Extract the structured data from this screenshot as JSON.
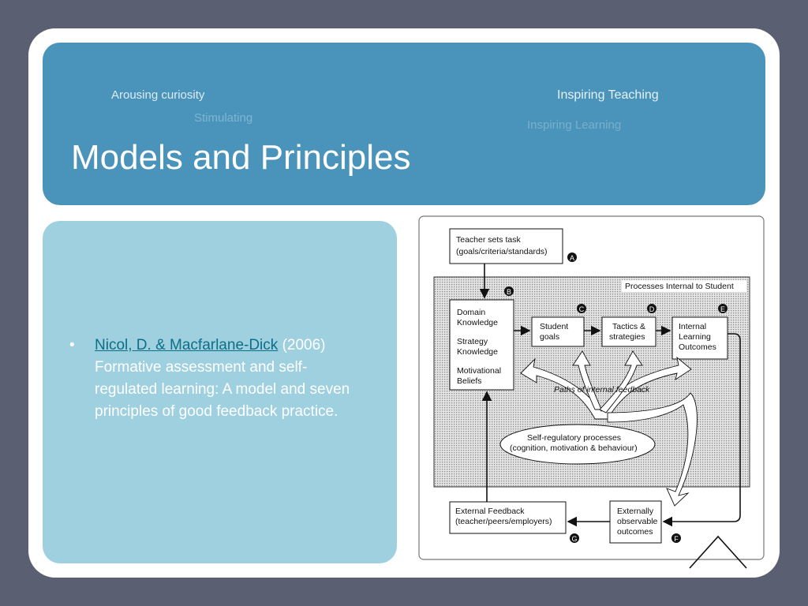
{
  "header": {
    "tags": [
      "Arousing curiosity",
      "Stimulating",
      "Inspiring Teaching",
      "Inspiring Learning"
    ],
    "title": "Models and Principles"
  },
  "content": {
    "bullet_link": "Nicol, D. & Macfarlane-Dick",
    "bullet_text": "(2006)  Formative assessment and self-regulated learning: A model and seven principles of good feedback practice."
  },
  "diagram": {
    "teacher_task": [
      "Teacher sets task",
      "(goals/criteria/standards)"
    ],
    "region_label": "Processes Internal to Student",
    "domain": [
      "Domain",
      "Knowledge",
      "Strategy",
      "Knowledge",
      "Motivational",
      "Beliefs"
    ],
    "student_goals": [
      "Student",
      "goals"
    ],
    "tactics": [
      "Tactics &",
      "strategies"
    ],
    "internal_outcomes": [
      "Internal",
      "Learning",
      "Outcomes"
    ],
    "paths_label": "Paths of internal feedback",
    "self_reg": [
      "Self-regulatory processes",
      "(cognition, motivation & behaviour)"
    ],
    "external_feedback": [
      "External Feedback",
      "(teacher/peers/employers)"
    ],
    "external_outcomes": [
      "Externally",
      "observable",
      "outcomes"
    ],
    "markers": [
      "A",
      "B",
      "C",
      "D",
      "E",
      "F",
      "G"
    ]
  }
}
